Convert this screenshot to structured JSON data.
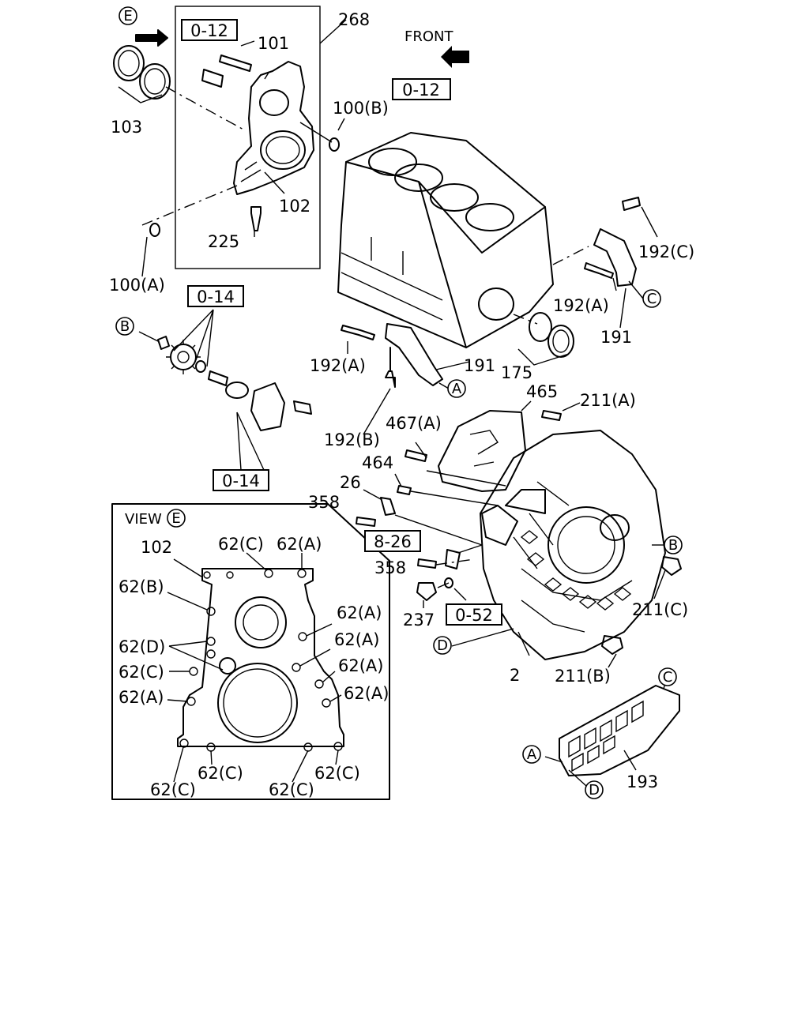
{
  "header": {
    "front_label": "FRONT"
  },
  "view": {
    "title": "VIEW",
    "letter": "E"
  },
  "refs": {
    "r1": "0-12",
    "r2": "0-12",
    "r3": "0-14",
    "r4": "0-14",
    "r5": "8-26",
    "r6": "0-52"
  },
  "circles": {
    "e_top": "E",
    "b_left": "B",
    "c_right": "C",
    "a_mid": "A",
    "b_right": "B",
    "d_left": "D",
    "c_bottom": "C",
    "a_bottom": "A",
    "d_bottom": "D"
  },
  "labels": {
    "p268": "268",
    "p101": "101",
    "p103": "103",
    "p100b": "100(B)",
    "p102": "102",
    "p225": "225",
    "p100a": "100(A)",
    "p192c": "192(C)",
    "p192a_r": "192(A)",
    "p191_r": "191",
    "p192a_m": "192(A)",
    "p191_m": "191",
    "p175": "175",
    "p192b": "192(B)",
    "p465": "465",
    "p211a": "211(A)",
    "p467a": "467(A)",
    "p464": "464",
    "p26": "26",
    "p358_t": "358",
    "p358_b": "358",
    "p237": "237",
    "p211c": "211(C)",
    "p2": "2",
    "p211b": "211(B)",
    "p193": "193"
  },
  "view_labels": {
    "v102": "102",
    "v62c_1": "62(C)",
    "v62a_1": "62(A)",
    "v62b": "62(B)",
    "v62a_2": "62(A)",
    "v62d": "62(D)",
    "v62a_3": "62(A)",
    "v62c_2": "62(C)",
    "v62a_4": "62(A)",
    "v62a_5": "62(A)",
    "v62a_6": "62(A)",
    "v62c_3": "62(C)",
    "v62c_4": "62(C)",
    "v62c_5": "62(C)",
    "v62c_6": "62(C)"
  }
}
